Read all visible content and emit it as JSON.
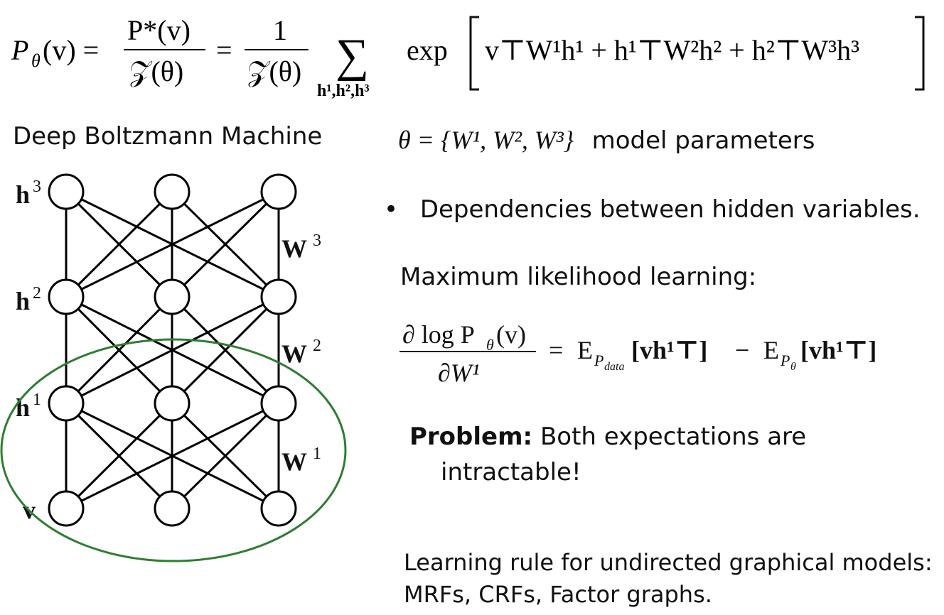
{
  "formula": {
    "lhs": "P",
    "lhs_sub": "θ",
    "lhs_arg": "(v) =",
    "frac1_num": "P*(v)",
    "frac1_den": "𝒵(θ)",
    "eq": "=",
    "frac2_num": "1",
    "frac2_den": "𝒵(θ)",
    "sum_symbol": "∑",
    "sum_sub": "h¹,h²,h³",
    "exp_label": "exp",
    "exp_body": "v⊤W¹h¹ + h¹⊤W²h² + h²⊤W³h³"
  },
  "dbm": {
    "title": "Deep Boltzmann Machine",
    "layer_labels": {
      "h3": "h",
      "h3_sup": "3",
      "h2": "h",
      "h2_sup": "2",
      "h1": "h",
      "h1_sup": "1",
      "v": "v"
    },
    "weight_labels": {
      "w3": "W",
      "w3_sup": "3",
      "w2": "W",
      "w2_sup": "2",
      "w1": "W",
      "w1_sup": "1"
    },
    "colors": {
      "node_stroke": "#000000",
      "ellipse": "#2e7d32"
    }
  },
  "theta": {
    "expr": "θ = {W¹, W², W³}",
    "text": "model parameters"
  },
  "bullet": {
    "symbol": "•",
    "text": "Dependencies between hidden variables."
  },
  "ml": {
    "title": "Maximum likelihood learning:"
  },
  "gradient": {
    "num": "∂ log P",
    "num_sub": "θ",
    "num_arg": "(v)",
    "den": "∂W¹",
    "rhs_e1": "E",
    "rhs_e1_sub": "P",
    "rhs_e1_subsub": "data",
    "rhs_term1": "[vh¹⊤]",
    "minus": "−",
    "rhs_e2": "E",
    "rhs_e2_sub": "P",
    "rhs_e2_subsub": "θ",
    "rhs_term2": "[vh¹⊤]"
  },
  "problem": {
    "label": "Problem:",
    "text": "Both expectations are",
    "text2": "intractable!"
  },
  "rule": {
    "line1": "Learning rule for undirected graphical models:",
    "line2": "MRFs, CRFs, Factor graphs."
  }
}
